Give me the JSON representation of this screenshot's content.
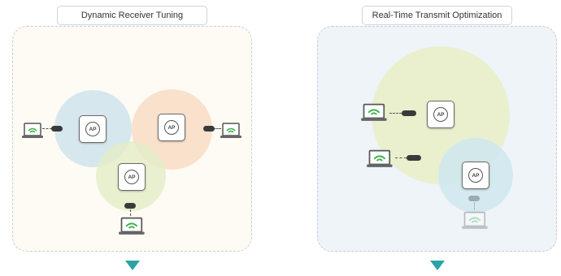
{
  "left_panel": {
    "title": "Dynamic Receiver Tuning",
    "ap_label": "AP",
    "circle_colors": [
      "#cfe3ec",
      "#f9dcc4",
      "#e3edc6"
    ]
  },
  "right_panel": {
    "title": "Real-Time Transmit Optimization",
    "ap_label": "AP",
    "circle_colors": [
      "#e9efc9",
      "#cfe6ee"
    ]
  },
  "accent_color": "#2aa3a6",
  "wifi_color": "#3bb24a"
}
